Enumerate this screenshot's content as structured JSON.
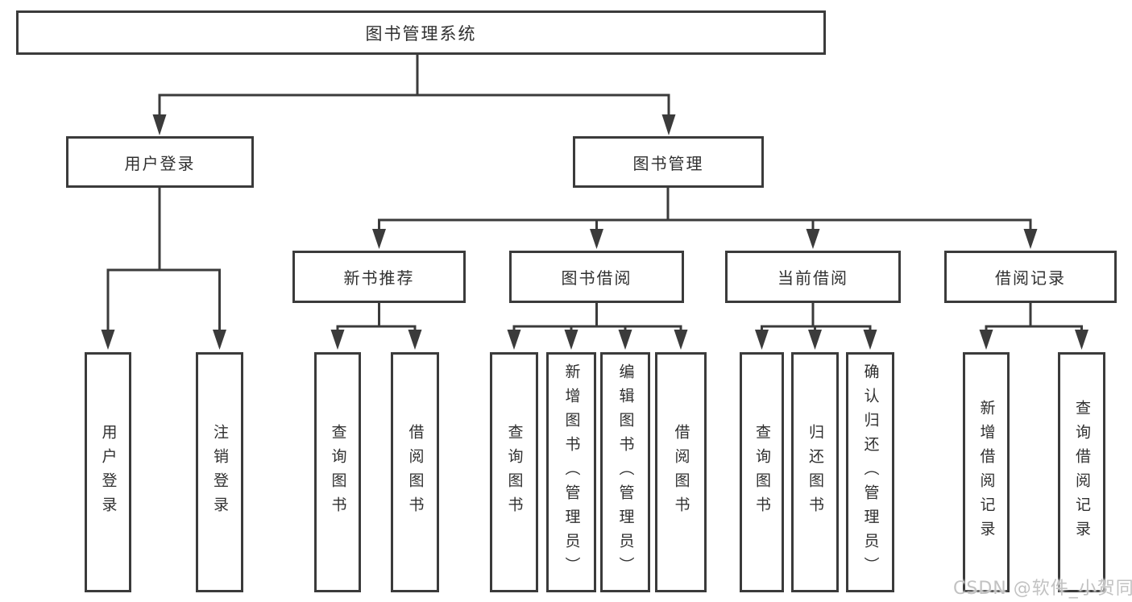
{
  "tree": {
    "root": "图书管理系统",
    "level2": [
      {
        "label": "用户登录"
      },
      {
        "label": "图书管理"
      }
    ],
    "level3": [
      {
        "label": "新书推荐"
      },
      {
        "label": "图书借阅"
      },
      {
        "label": "当前借阅"
      },
      {
        "label": "借阅记录"
      }
    ],
    "leaves": {
      "user_login": [
        "用户登录",
        "注销登录"
      ],
      "new_book": [
        "查询图书",
        "借阅图书"
      ],
      "book_borrow": [
        "查询图书",
        "新增图书（管理员）",
        "编辑图书（管理员）",
        "借阅图书"
      ],
      "current_borrow": [
        "查询图书",
        "归还图书",
        "确认归还（管理员）"
      ],
      "borrow_record": [
        "新增借阅记录",
        "查询借阅记录"
      ]
    }
  },
  "watermark": {
    "text": "CSDN @软件_小贺同学"
  },
  "colors": {
    "line": "#3b3b3b",
    "box_border": "#3b3b3b",
    "box_fill": "#ffffff",
    "text": "#303030",
    "watermark": "#c2c2c2",
    "background": "#ffffff"
  }
}
